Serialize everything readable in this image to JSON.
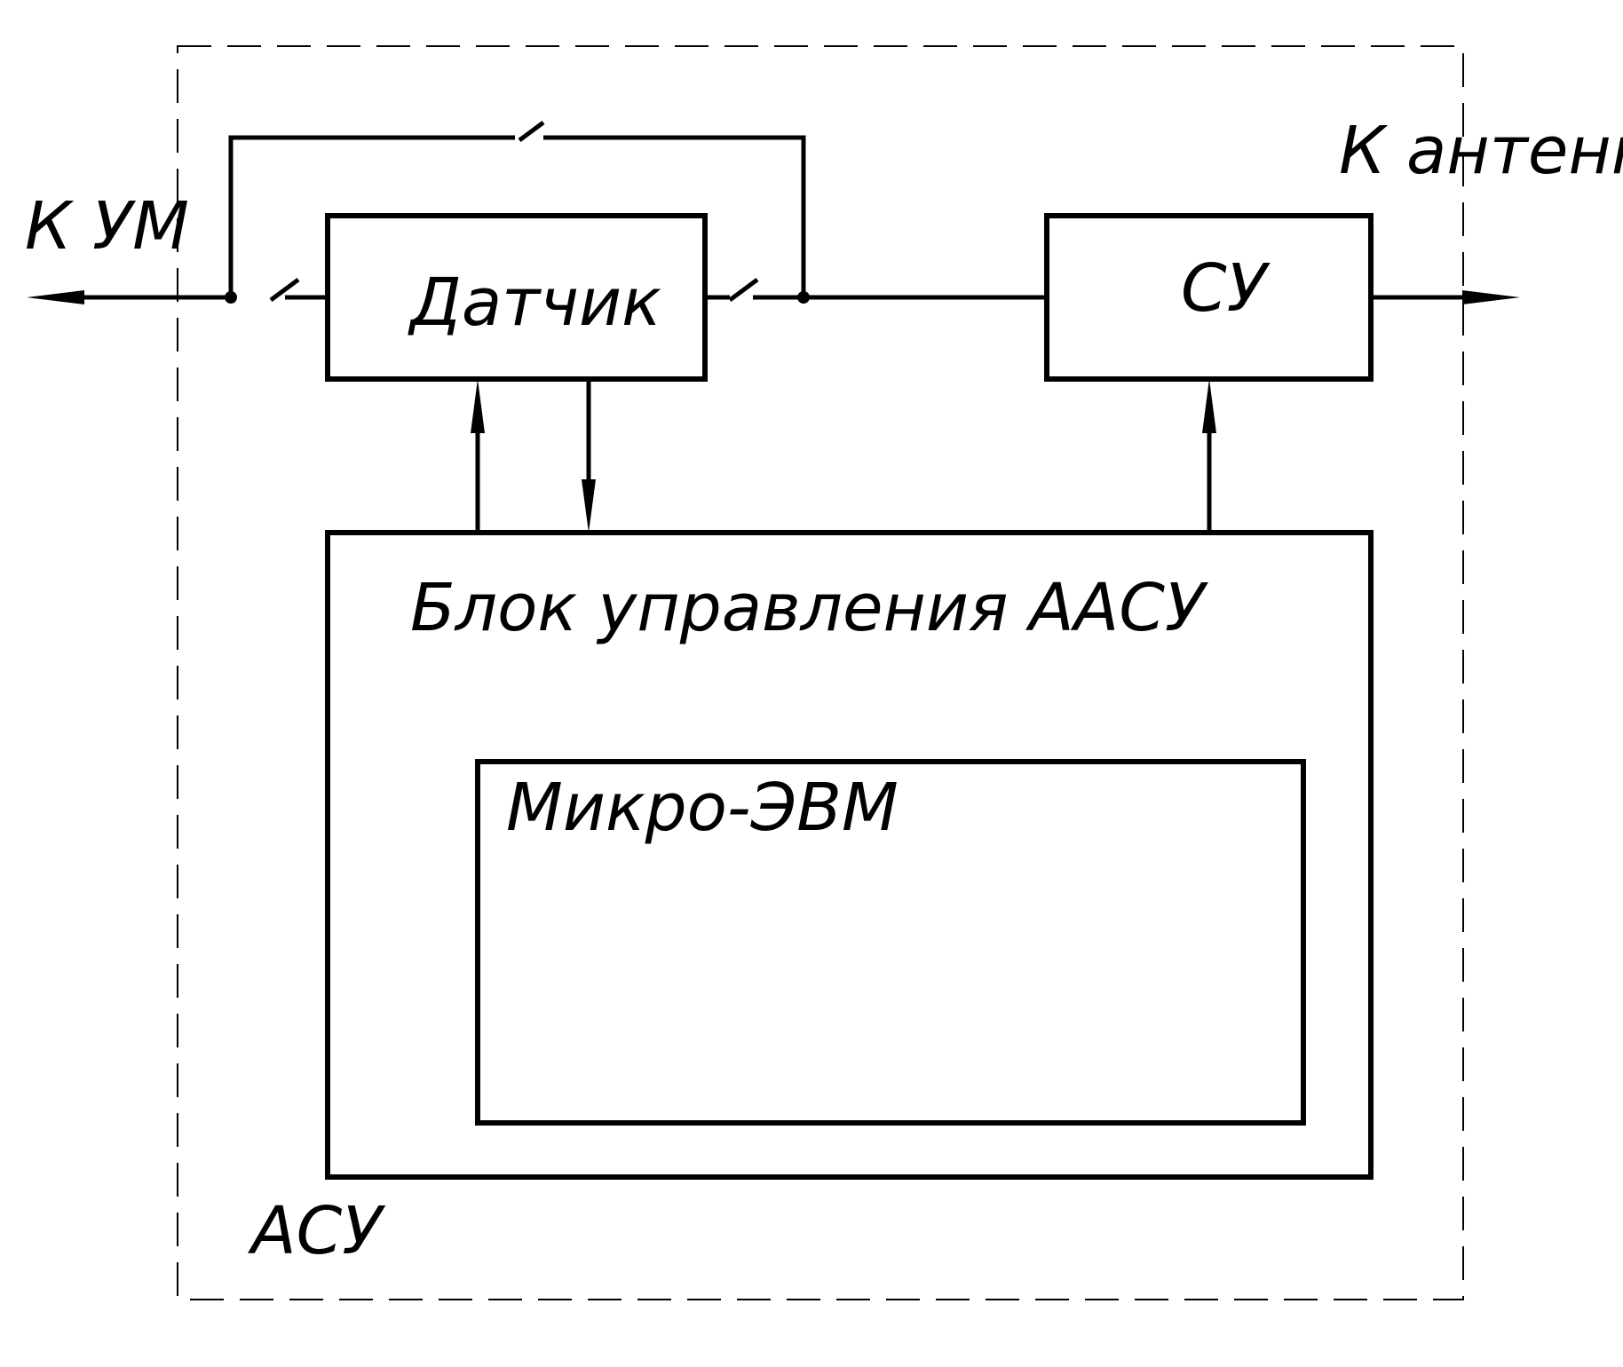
{
  "labels": {
    "to_amplifier": "К УМ",
    "to_antenna": "К антенне",
    "sensor": "Датчик",
    "matching_device": "СУ",
    "control_unit": "Блок управления ААСУ",
    "microcomputer": "Микро-ЭВМ",
    "system": "АСУ"
  },
  "colors": {
    "stroke": "#000000",
    "background": "#ffffff"
  }
}
